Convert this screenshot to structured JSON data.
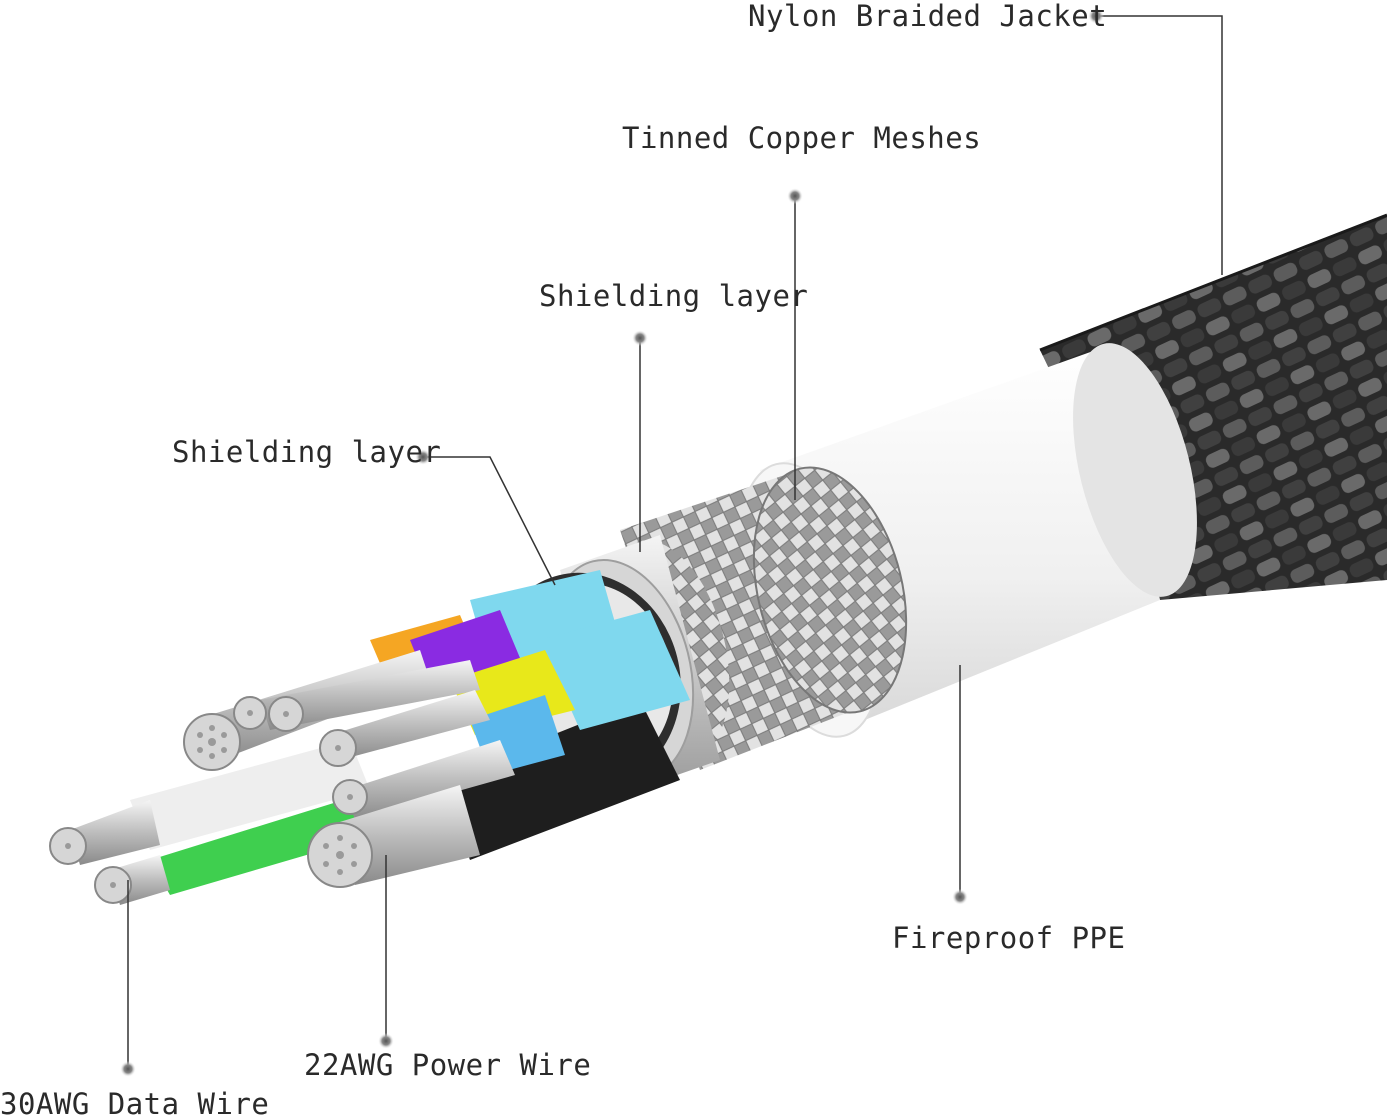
{
  "labels": {
    "nylon_jacket": "Nylon Braided Jacket",
    "tinned_copper": "Tinned Copper Meshes",
    "shielding_outer": "Shielding layer",
    "shielding_inner": "Shielding layer",
    "fireproof": "Fireproof PPE",
    "power_wire": "22AWG Power Wire",
    "data_wire": "30AWG Data Wire"
  },
  "colors": {
    "jacket": "#2b2b2b",
    "ppe": "#f2f2f2",
    "mesh": "#b9b9b9",
    "shield_foil": "#d9d9d9",
    "cyan": "#7fd8ee",
    "purple": "#8a2be2",
    "orange": "#f5a623",
    "yellow": "#e8e81a",
    "blue": "#5bb8ec",
    "black": "#1e1e1e",
    "white_wire": "#eeeeee",
    "green": "#3fcf4f",
    "copper": "#c8c8c8",
    "leader": "#333333"
  }
}
